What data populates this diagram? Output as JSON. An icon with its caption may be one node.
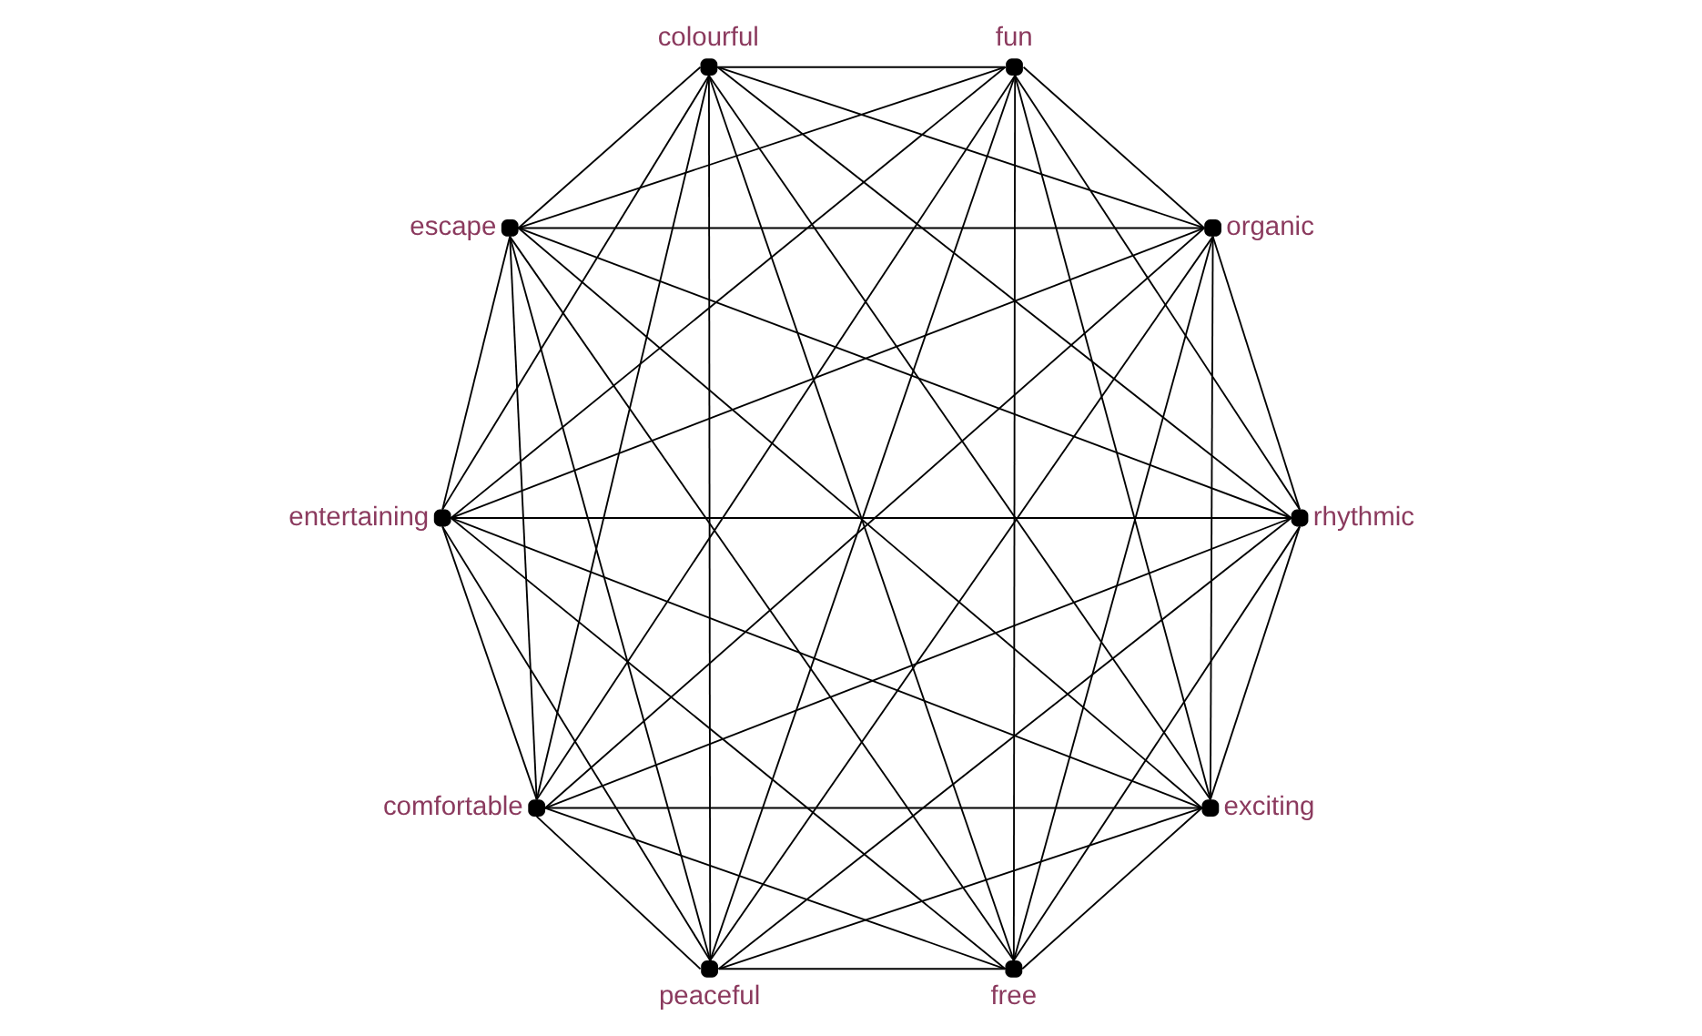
{
  "diagram": {
    "nodes": [
      {
        "text": [
          "exciting"
        ]
      },
      {
        "text": [
          "free"
        ]
      },
      {
        "text": [
          "rhythmic"
        ]
      },
      {
        "text": [
          "peaceful"
        ]
      },
      {
        "text": [
          "organic"
        ]
      },
      {
        "text": [
          "comfortable"
        ]
      },
      {
        "text": [
          "fun"
        ]
      },
      {
        "text": [
          "colourful"
        ]
      },
      {
        "text": [
          "entertaining"
        ]
      },
      {
        "text": [
          "escape"
        ]
      }
    ],
    "edges": [
      {
        "from": 0,
        "to": 1,
        "arrow": "none"
      },
      {
        "from": 0,
        "to": 2,
        "arrow": "none"
      },
      {
        "from": 0,
        "to": 3,
        "arrow": "none"
      },
      {
        "from": 0,
        "to": 4,
        "arrow": "none"
      },
      {
        "from": 0,
        "to": 5,
        "arrow": "none"
      },
      {
        "from": 0,
        "to": 6,
        "arrow": "none"
      },
      {
        "from": 0,
        "to": 7,
        "arrow": "none"
      },
      {
        "from": 0,
        "to": 8,
        "arrow": "none"
      },
      {
        "from": 0,
        "to": 9,
        "arrow": "none"
      },
      {
        "from": 1,
        "to": 2,
        "arrow": "none"
      },
      {
        "from": 1,
        "to": 3,
        "arrow": "none"
      },
      {
        "from": 1,
        "to": 4,
        "arrow": "none"
      },
      {
        "from": 1,
        "to": 5,
        "arrow": "none"
      },
      {
        "from": 1,
        "to": 6,
        "arrow": "none"
      },
      {
        "from": 1,
        "to": 7,
        "arrow": "none"
      },
      {
        "from": 1,
        "to": 8,
        "arrow": "none"
      },
      {
        "from": 1,
        "to": 9,
        "arrow": "none"
      },
      {
        "from": 2,
        "to": 3,
        "arrow": "none"
      },
      {
        "from": 2,
        "to": 4,
        "arrow": "none"
      },
      {
        "from": 2,
        "to": 5,
        "arrow": "none"
      },
      {
        "from": 2,
        "to": 6,
        "arrow": "none"
      },
      {
        "from": 2,
        "to": 7,
        "arrow": "none"
      },
      {
        "from": 2,
        "to": 8,
        "arrow": "none"
      },
      {
        "from": 2,
        "to": 9,
        "arrow": "none"
      },
      {
        "from": 3,
        "to": 4,
        "arrow": "none"
      },
      {
        "from": 3,
        "to": 5,
        "arrow": "none"
      },
      {
        "from": 3,
        "to": 6,
        "arrow": "none"
      },
      {
        "from": 3,
        "to": 7,
        "arrow": "none"
      },
      {
        "from": 3,
        "to": 8,
        "arrow": "none"
      },
      {
        "from": 3,
        "to": 9,
        "arrow": "none"
      },
      {
        "from": 4,
        "to": 5,
        "arrow": "none"
      },
      {
        "from": 4,
        "to": 6,
        "arrow": "none"
      },
      {
        "from": 4,
        "to": 7,
        "arrow": "none"
      },
      {
        "from": 4,
        "to": 8,
        "arrow": "none"
      },
      {
        "from": 4,
        "to": 9,
        "arrow": "none"
      },
      {
        "from": 5,
        "to": 6,
        "arrow": "none"
      },
      {
        "from": 5,
        "to": 7,
        "arrow": "none"
      },
      {
        "from": 5,
        "to": 8,
        "arrow": "none"
      },
      {
        "from": 5,
        "to": 9,
        "arrow": "none"
      },
      {
        "from": 6,
        "to": 7,
        "arrow": "none"
      },
      {
        "from": 6,
        "to": 8,
        "arrow": "none"
      },
      {
        "from": 6,
        "to": 9,
        "arrow": "none"
      },
      {
        "from": 7,
        "to": 8,
        "arrow": "none"
      },
      {
        "from": 7,
        "to": 9,
        "arrow": "none"
      },
      {
        "from": 8,
        "to": 9,
        "arrow": "none"
      }
    ]
  }
}
